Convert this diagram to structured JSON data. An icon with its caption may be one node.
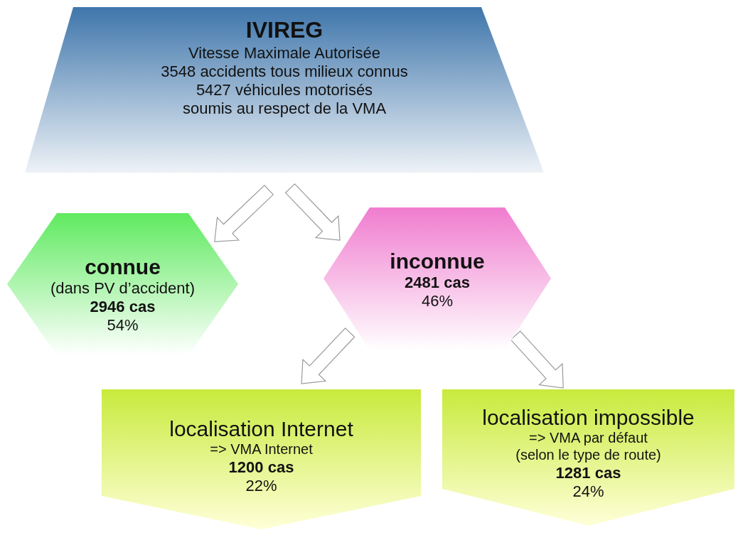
{
  "diagram": {
    "nodes": [
      {
        "text": [
          "IVIREG",
          "Vitesse Maximale Autorisée",
          "3548 accidents tous milieux connus",
          "5427 véhicules motorisés",
          "soumis au respect de la VMA"
        ]
      },
      {
        "text": [
          "connue",
          "(dans PV d’accident)",
          "2946 cas",
          "54%"
        ]
      },
      {
        "text": [
          "inconnue",
          "2481 cas",
          "46%"
        ]
      },
      {
        "text": [
          "localisation Internet",
          "=> VMA Internet",
          "1200 cas",
          "22%"
        ]
      },
      {
        "text": [
          "localisation impossible",
          "=> VMA par défaut",
          "(selon le type de route)",
          "1281 cas",
          "24%"
        ]
      }
    ],
    "edges": [
      {
        "from": 0,
        "to": 1,
        "arrow": "to"
      },
      {
        "from": 0,
        "to": 2,
        "arrow": "to"
      },
      {
        "from": 2,
        "to": 3,
        "arrow": "to"
      },
      {
        "from": 2,
        "to": 4,
        "arrow": "to"
      }
    ]
  }
}
